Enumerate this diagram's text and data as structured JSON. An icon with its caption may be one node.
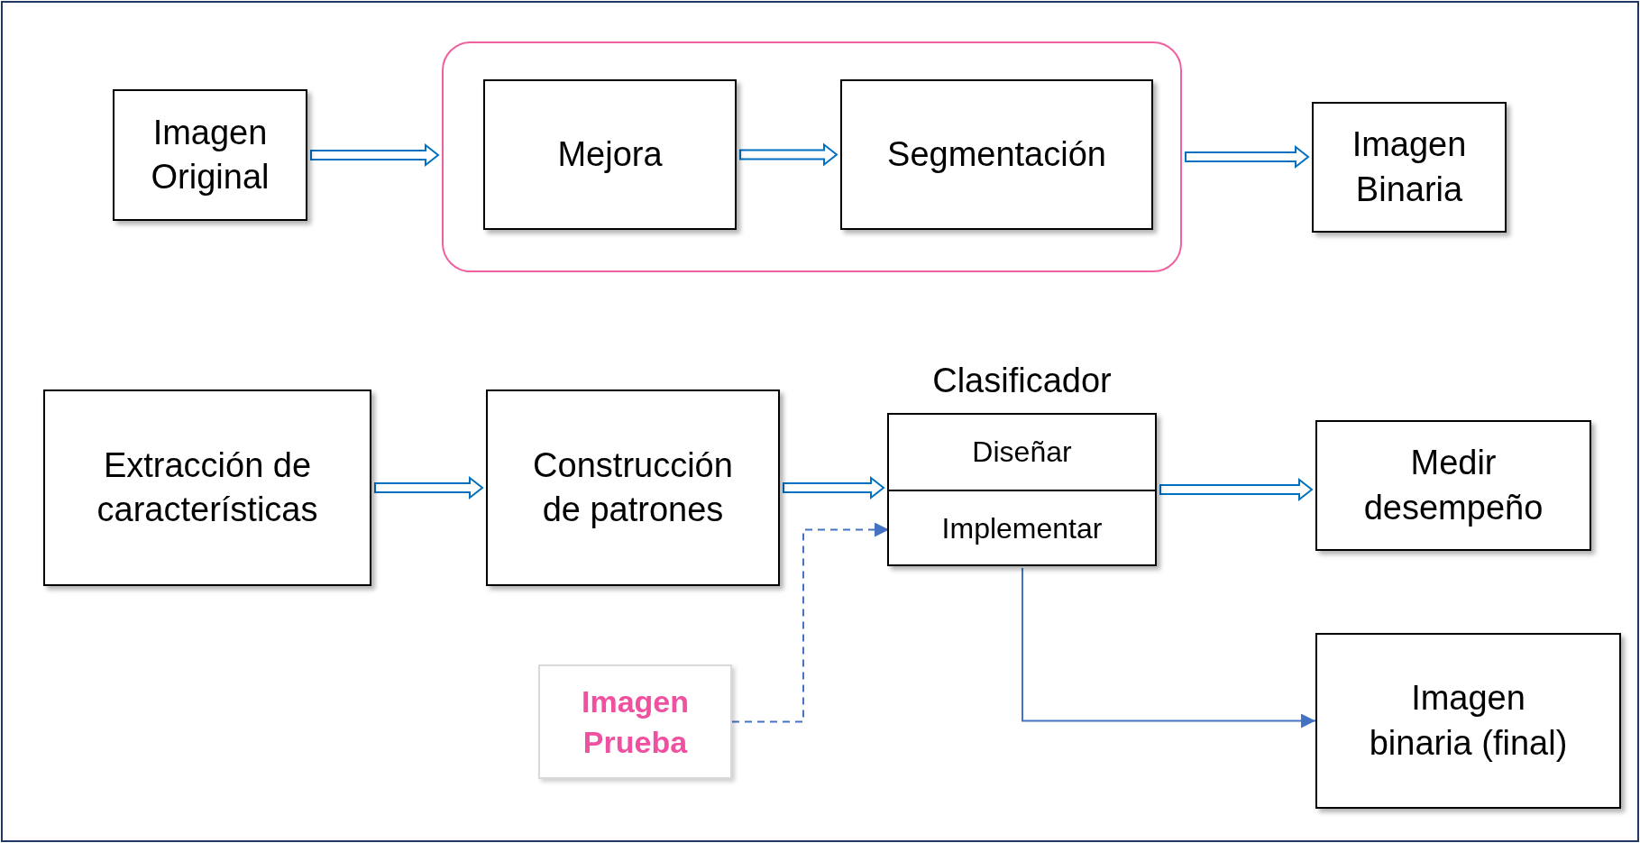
{
  "diagram": {
    "nodes": [
      {
        "text": [
          "Imagen Original"
        ]
      },
      {
        "text": [],
        "shape": "box"
      },
      {
        "text": [
          "Mejora"
        ],
        "in": 1
      },
      {
        "text": [
          "Segmentación"
        ],
        "in": 1
      },
      {
        "text": [
          "Imagen Binaria"
        ]
      },
      {
        "text": [
          "Extracción de características"
        ]
      },
      {
        "text": [
          "Construcción de patrones"
        ]
      },
      {
        "text": [
          "Clasificador"
        ]
      },
      {
        "text": [
          "Diseñar"
        ],
        "in": 7
      },
      {
        "text": [
          "Implementar"
        ],
        "in": 7
      },
      {
        "text": [
          "Medir desempeño"
        ]
      },
      {
        "text": [
          "Imagen Prueba"
        ]
      },
      {
        "text": [
          "Imagen binaria (final)"
        ]
      }
    ],
    "edges": [
      {
        "from": 0,
        "to": 1,
        "arrow": "to",
        "style": "thick"
      },
      {
        "from": 2,
        "to": 3,
        "arrow": "to",
        "style": "thick"
      },
      {
        "from": 1,
        "to": 4,
        "arrow": "to",
        "style": "thick"
      },
      {
        "from": 5,
        "to": 6,
        "arrow": "to",
        "style": "thick"
      },
      {
        "from": 6,
        "to": 7,
        "arrow": "to",
        "style": "thick"
      },
      {
        "from": 7,
        "to": 10,
        "arrow": "to",
        "style": "thick"
      },
      {
        "from": 11,
        "to": 9,
        "arrow": "to",
        "style": "dashed",
        "color": "#4472c4"
      },
      {
        "from": 9,
        "to": 12,
        "arrow": "to",
        "color": "#4472c4"
      }
    ]
  }
}
